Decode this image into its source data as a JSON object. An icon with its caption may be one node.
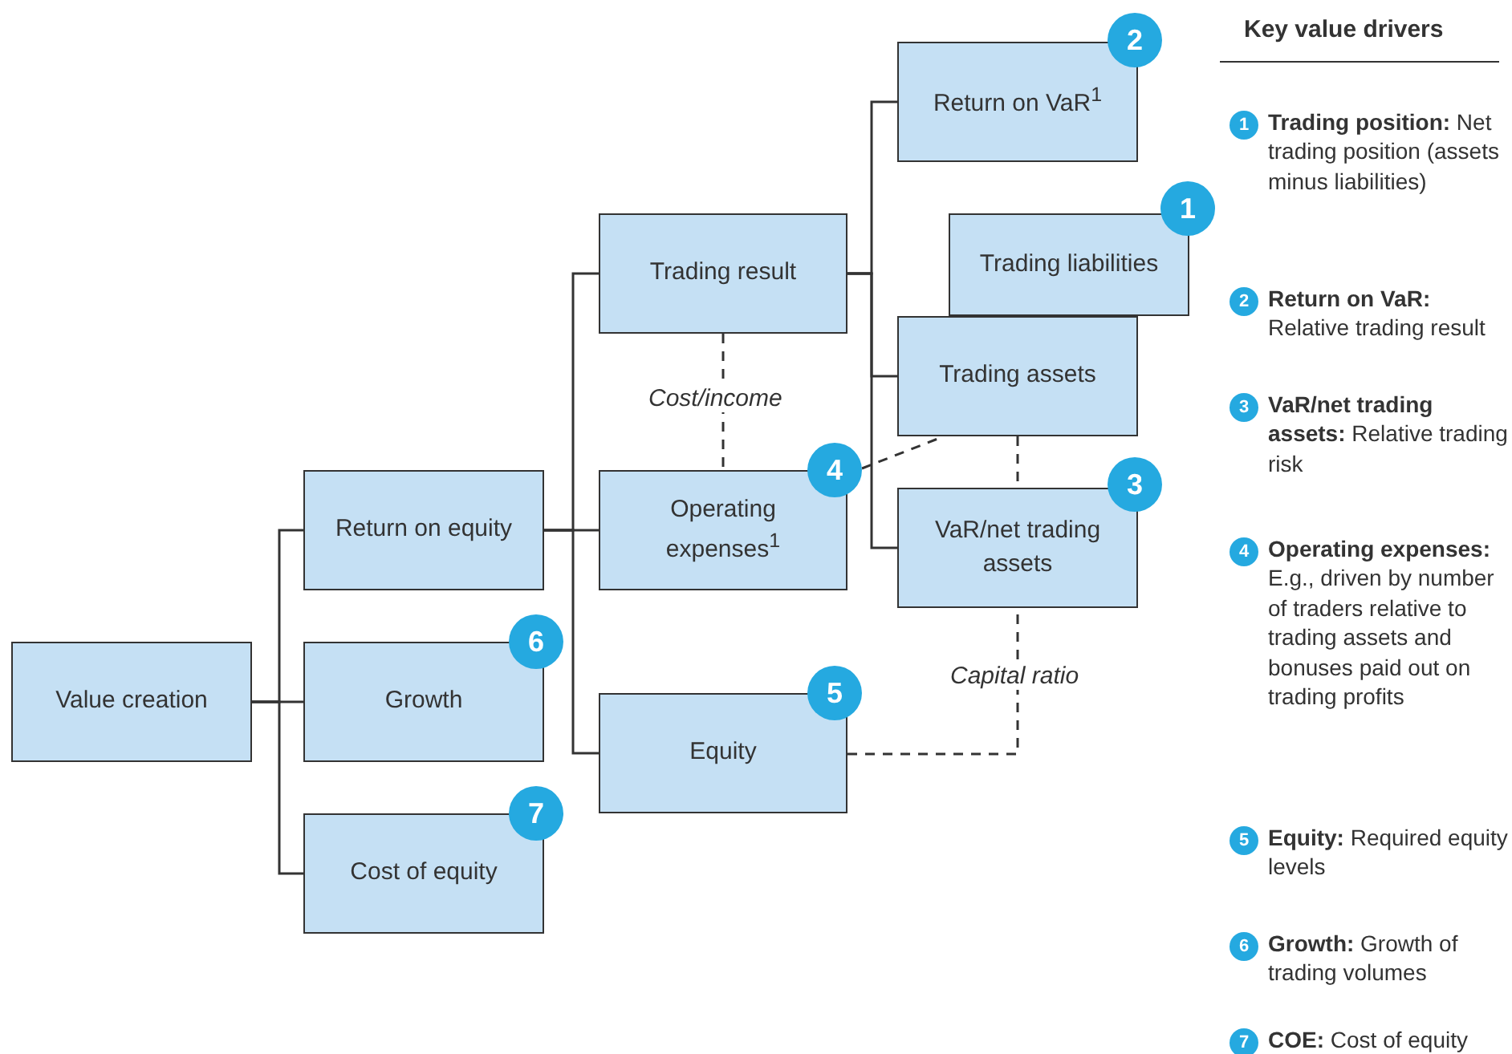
{
  "diagram": {
    "nodes": [
      {
        "text": [
          "Value creation"
        ]
      },
      {
        "text": [
          "Return on equity"
        ]
      },
      {
        "text": [
          "Growth"
        ],
        "beside": [
          "6"
        ]
      },
      {
        "text": [
          "Cost of equity"
        ],
        "beside": [
          "7"
        ]
      },
      {
        "text": [
          "Trading result"
        ]
      },
      {
        "text": [
          "Operating expenses$^{1}$"
        ],
        "beside": [
          "4"
        ]
      },
      {
        "text": [
          "Equity"
        ],
        "beside": [
          "5"
        ]
      },
      {
        "text": [
          "Return on VaR$^{1}$"
        ],
        "beside": [
          "2"
        ]
      },
      {
        "text": [
          "Trading liabilities"
        ],
        "beside": [
          "1"
        ]
      },
      {
        "text": [
          "Trading assets"
        ]
      },
      {
        "text": [
          "VaR/net trading assets"
        ],
        "beside": [
          "3"
        ]
      }
    ],
    "edges": [
      {
        "from": 0,
        "to": 1,
        "arrow": "none"
      },
      {
        "from": 0,
        "to": 2,
        "arrow": "none"
      },
      {
        "from": 0,
        "to": 3,
        "arrow": "none"
      },
      {
        "from": 1,
        "to": 4,
        "arrow": "none"
      },
      {
        "from": 1,
        "to": 5,
        "arrow": "none"
      },
      {
        "from": 1,
        "to": 6,
        "arrow": "none"
      },
      {
        "from": 4,
        "to": 7,
        "arrow": "none"
      },
      {
        "from": 4,
        "to": 9,
        "arrow": "none"
      },
      {
        "from": 4,
        "to": 10,
        "arrow": "none"
      },
      {
        "from": 4,
        "to": 5,
        "arrow": "none",
        "style": "dashed",
        "label": "Cost/income"
      },
      {
        "from": 5,
        "to": 9,
        "arrow": "none",
        "style": "dashed"
      },
      {
        "from": 9,
        "to": 10,
        "arrow": "none",
        "style": "dashed"
      },
      {
        "from": 6,
        "to": 10,
        "arrow": "none",
        "style": "dashed",
        "label": "Capital ratio"
      }
    ],
    "labels": [
      "Key value drivers",
      "1",
      "2",
      "3",
      "4",
      "5",
      "6",
      "7"
    ],
    "legend": [
      {
        "text": "**Trading position:** Net trading position (assets minus liabilities)"
      },
      {
        "text": "**Return on VaR:** Relative trading result"
      },
      {
        "text": "**VaR/net trading assets:** Relative trading risk"
      },
      {
        "text": "**Operating expenses:** E.g., driven by number of traders relative to trading assets and bonuses paid out on trading profits"
      },
      {
        "text": "**Equity:** Required equity levels"
      },
      {
        "text": "**Growth:** Growth of trading volumes"
      },
      {
        "text": "**COE:** Cost of equity"
      }
    ]
  }
}
